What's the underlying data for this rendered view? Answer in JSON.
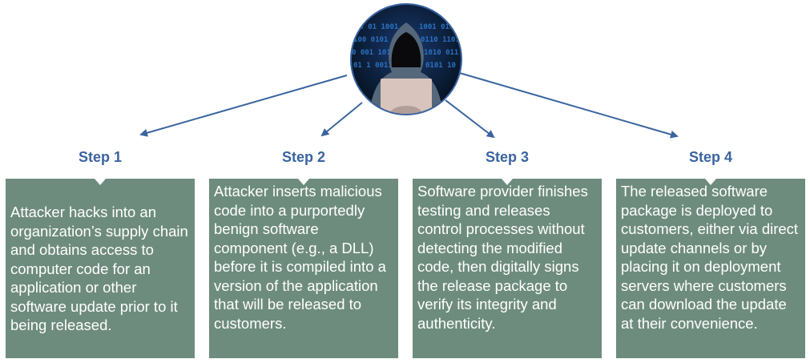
{
  "diagram": {
    "central_image": "hooded-hacker-with-laptop",
    "colors": {
      "arrow": "#3a64a0",
      "step_title": "#3a64a0",
      "box_background": "#6e8c7d",
      "box_text": "#ffffff"
    },
    "steps": [
      {
        "title": "Step 1",
        "text": "Attacker hacks into an organization’s supply chain and obtains access to computer code for an application or other software update prior to it being released."
      },
      {
        "title": "Step 2",
        "text": "Attacker inserts malicious code into a purportedly benign software component (e.g., a DLL) before it is compiled into a version of the application that will be released to customers."
      },
      {
        "title": "Step 3",
        "text": "Software provider finishes testing and releases control processes without detecting the modified code, then digitally signs the release package to verify its integrity and authenticity."
      },
      {
        "title": "Step 4",
        "text": "The released software package is deployed to customers, either via direct update channels or by placing it on deployment servers where customers can download the update at their convenience."
      }
    ]
  }
}
